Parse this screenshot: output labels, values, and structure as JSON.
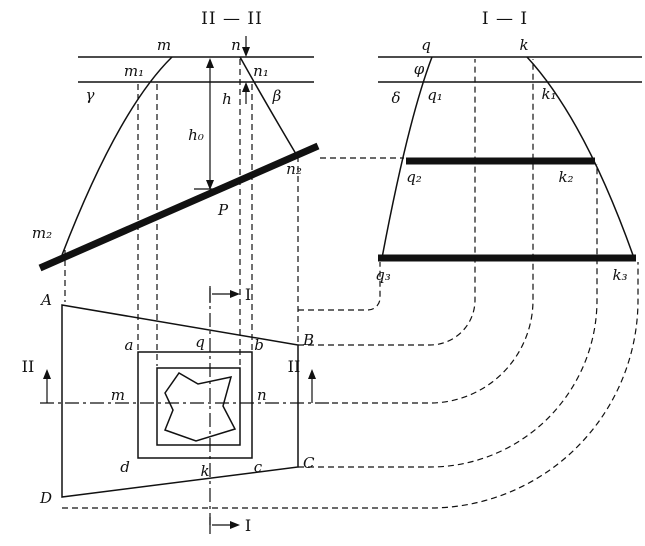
{
  "sections": {
    "s2": {
      "title": "II — II",
      "m": "m",
      "n": "n",
      "m1": "m₁",
      "n1": "n₁",
      "gamma": "γ",
      "beta": "β",
      "h": "h",
      "h0": "h₀",
      "m2": "m₂",
      "n2": "n₂",
      "p": "P"
    },
    "s1": {
      "title": "I — I",
      "q": "q",
      "k": "k",
      "phi": "φ",
      "delta": "δ",
      "q1": "q₁",
      "k1": "k₁",
      "q2": "q₂",
      "k2": "k₂",
      "q3": "q₃",
      "k3": "k₃"
    }
  },
  "plan": {
    "A": "A",
    "B": "B",
    "C": "C",
    "D": "D",
    "a": "a",
    "b": "b",
    "c": "c",
    "d": "d",
    "q": "q",
    "k": "k",
    "m": "m",
    "n": "n"
  },
  "markers": {
    "i": "I",
    "ii": "II"
  },
  "colors": {
    "ink": "#111111",
    "background": "#ffffff"
  }
}
